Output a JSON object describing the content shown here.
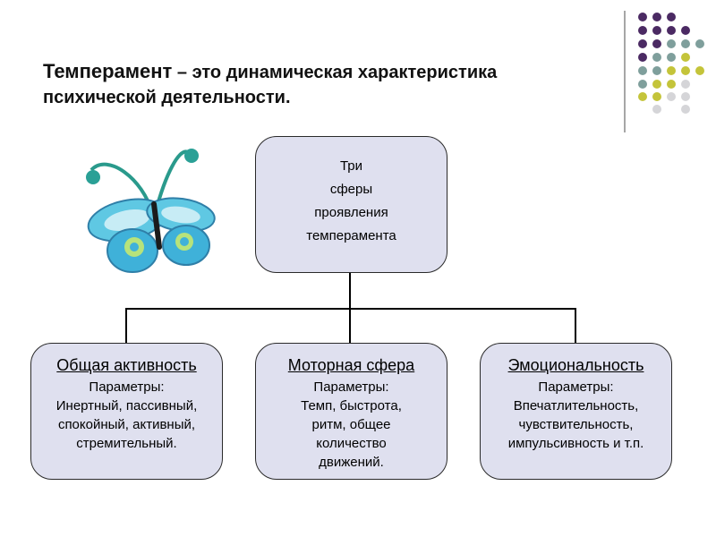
{
  "header": {
    "term": "Темперамент",
    "definition_line1": " – это динамическая  характеристика",
    "definition_line2": "психической  деятельности."
  },
  "diagram": {
    "root": {
      "line1": "Три",
      "line2": "сферы",
      "line3": "проявления",
      "line4": "темперамента"
    },
    "children": [
      {
        "title": "Общая  активность",
        "params_label": "Параметры:",
        "params": "Инертный, пассивный,\nспокойный, активный,\nстремительный."
      },
      {
        "title": "Моторная  сфера ",
        "params_label": "Параметры:",
        "params": "Темп,  быстрота,\nритм, общее\nколичество\nдвижений."
      },
      {
        "title": "Эмоциональность ",
        "params_label": "Параметры:",
        "params": "Впечатлительность,\nчувствительность,\nимпульсивность и т.п."
      }
    ]
  },
  "decor": {
    "butterfly_icon": "butterfly",
    "dot_colors": [
      "#4b2a63",
      "#7f9f9c",
      "#c4c43a",
      "#d5d5d8"
    ]
  }
}
